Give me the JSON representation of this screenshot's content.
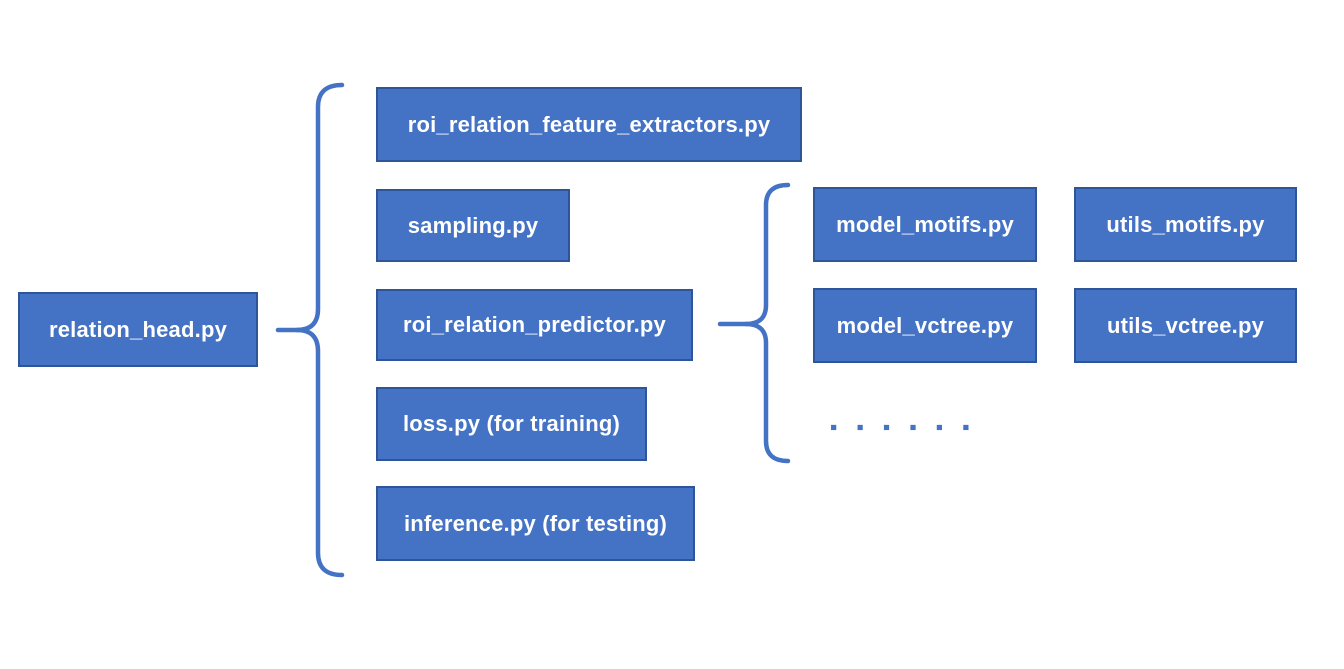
{
  "diagram": {
    "title_semantic": "relation head file structure diagram",
    "colors": {
      "box_fill": "#4472C4",
      "box_border": "#2E5597",
      "box_text": "#FFFFFF",
      "brace_line": "#4472C4",
      "background": "#FFFFFF"
    },
    "root_box": {
      "label": "relation_head.py"
    },
    "children_boxes": [
      {
        "label": "roi_relation_feature_extractors.py"
      },
      {
        "label": "sampling.py"
      },
      {
        "label": "roi_relation_predictor.py"
      },
      {
        "label": "loss.py (for training)"
      },
      {
        "label": "inference.py (for testing)"
      }
    ],
    "predictor_children_boxes": [
      {
        "label": "model_motifs.py"
      },
      {
        "label": "utils_motifs.py"
      },
      {
        "label": "model_vctree.py"
      },
      {
        "label": "utils_vctree.py"
      }
    ],
    "more_indicator": "▪▪▪▪▪▪"
  }
}
